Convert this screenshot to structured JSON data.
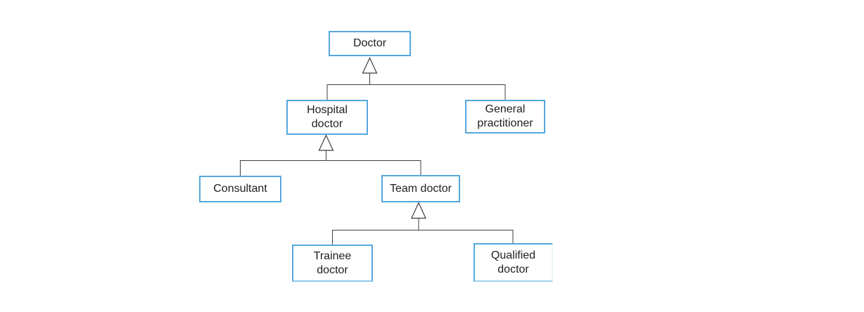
{
  "diagram": {
    "type": "hierarchy",
    "arrow_style": "hollow-triangle-generalization",
    "nodes": [
      {
        "id": "doctor",
        "label": "Doctor"
      },
      {
        "id": "hospital-doctor",
        "label": "Hospital\ndoctor"
      },
      {
        "id": "general-practitioner",
        "label": "General\npractitioner"
      },
      {
        "id": "consultant",
        "label": "Consultant"
      },
      {
        "id": "team-doctor",
        "label": "Team doctor"
      },
      {
        "id": "trainee-doctor",
        "label": "Trainee\ndoctor"
      },
      {
        "id": "qualified-doctor",
        "label": "Qualified\ndoctor"
      }
    ],
    "relationships": [
      {
        "parent": "doctor",
        "child": "hospital-doctor"
      },
      {
        "parent": "doctor",
        "child": "general-practitioner"
      },
      {
        "parent": "hospital-doctor",
        "child": "consultant"
      },
      {
        "parent": "hospital-doctor",
        "child": "team-doctor"
      },
      {
        "parent": "team-doctor",
        "child": "trainee-doctor"
      },
      {
        "parent": "team-doctor",
        "child": "qualified-doctor"
      }
    ],
    "colors": {
      "box_border": "#54a7dc",
      "box_fill": "#ffffff",
      "connector": "#3f3f3f",
      "text": "#1f1f1f",
      "background": "#ffffff"
    }
  }
}
